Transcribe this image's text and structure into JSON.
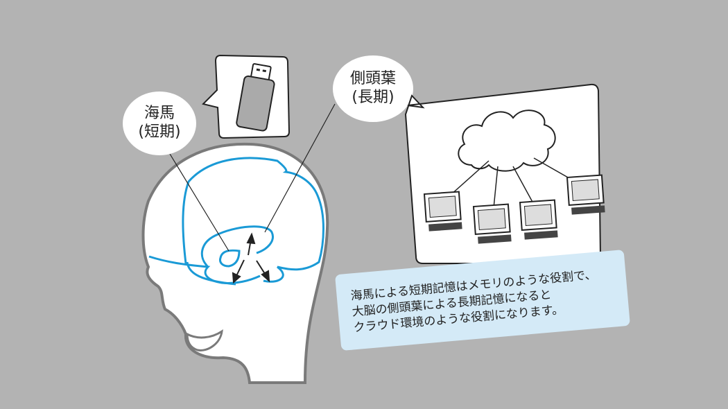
{
  "labels": {
    "hippocampus": {
      "name": "海馬",
      "term": "(短期)"
    },
    "temporal_lobe": {
      "name": "側頭葉",
      "term": "(長期)"
    }
  },
  "note": {
    "lines": [
      "海馬による短期記憶はメモリのような役割で、",
      "大脳の側頭葉による長期記憶になると",
      "クラウド環境のような役割になります。"
    ]
  },
  "colors": {
    "background": "#b3b3b3",
    "brain": "#1a9ad6",
    "note_bg": "#d4eaf7"
  },
  "icons": [
    "head-silhouette",
    "usb-memory-icon",
    "cloud-icon",
    "computer-icon"
  ]
}
